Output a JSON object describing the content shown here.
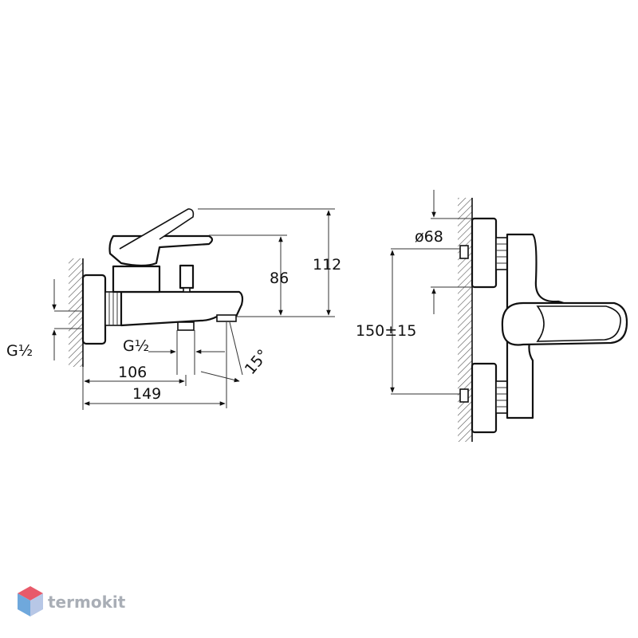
{
  "labels": {
    "thread_left": "G½",
    "thread_mid": "G½",
    "dim_106": "106",
    "dim_149": "149",
    "dim_86": "86",
    "dim_112": "112",
    "angle_15": "15°",
    "dia_68": "ø68",
    "centers": "150±15"
  },
  "watermark": {
    "text": "termokit",
    "colors": {
      "top": "#e85a6a",
      "left": "#6fa8dc",
      "right": "#b7c7e6"
    }
  }
}
